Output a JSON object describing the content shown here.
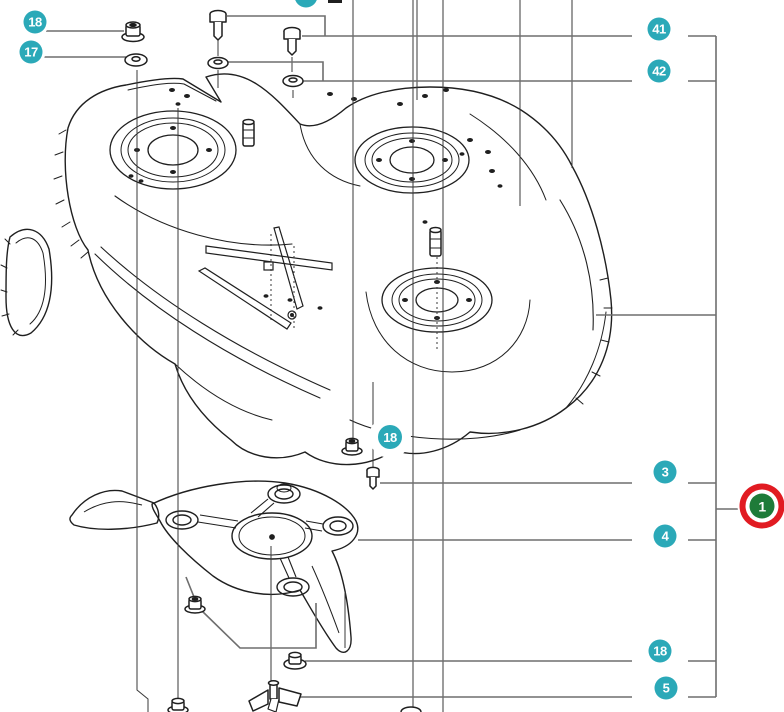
{
  "meta": {
    "type": "exploded-parts-diagram",
    "subject": "Mower cutting deck assembly — line art with numbered callouts"
  },
  "colors": {
    "badge_teal": "#2BA9B8",
    "badge_green": "#1E7B39",
    "ring_red": "#E11B22",
    "art_line": "#1F1F1F",
    "leader_line": "#6E6E6E",
    "background": "#FFFFFF",
    "badge_text": "#FFFFFF"
  },
  "callouts": [
    {
      "id": "callout-18-top-left",
      "label": "18"
    },
    {
      "id": "callout-17-left",
      "label": "17"
    },
    {
      "id": "callout-top-partial",
      "label": ""
    },
    {
      "id": "callout-41",
      "label": "41"
    },
    {
      "id": "callout-42",
      "label": "42"
    },
    {
      "id": "callout-18-center",
      "label": "18"
    },
    {
      "id": "callout-3",
      "label": "3"
    },
    {
      "id": "callout-1-assembly",
      "label": "1"
    },
    {
      "id": "callout-4",
      "label": "4"
    },
    {
      "id": "callout-18-bottom",
      "label": "18"
    },
    {
      "id": "callout-5",
      "label": "5"
    }
  ],
  "parts": [
    {
      "icon": "flange-nut-icon",
      "callout": "18"
    },
    {
      "icon": "washer-icon",
      "callout": "17"
    },
    {
      "icon": "hex-bolt-icon",
      "callout": "41"
    },
    {
      "icon": "hex-bolt-icon",
      "callout": "41"
    },
    {
      "icon": "washer-icon",
      "callout": "42"
    },
    {
      "icon": "washer-icon",
      "callout": "42"
    },
    {
      "icon": "spacer-sleeve-icon",
      "callout": ""
    },
    {
      "icon": "spacer-sleeve-icon",
      "callout": ""
    },
    {
      "icon": "deck-shell-icon",
      "callout": "1"
    },
    {
      "icon": "spindle-hub-icon",
      "callout": ""
    },
    {
      "icon": "crossed-blades-icon",
      "callout": ""
    },
    {
      "icon": "flange-nut-icon",
      "callout": "18"
    },
    {
      "icon": "shoulder-bolt-icon",
      "callout": "3"
    },
    {
      "icon": "blade-carrier-plate-icon",
      "callout": "4"
    },
    {
      "icon": "flange-nut-icon",
      "callout": "18"
    },
    {
      "icon": "flange-nut-icon",
      "callout": "18"
    },
    {
      "icon": "blade-mounting-bolt-icon",
      "callout": "5"
    }
  ]
}
